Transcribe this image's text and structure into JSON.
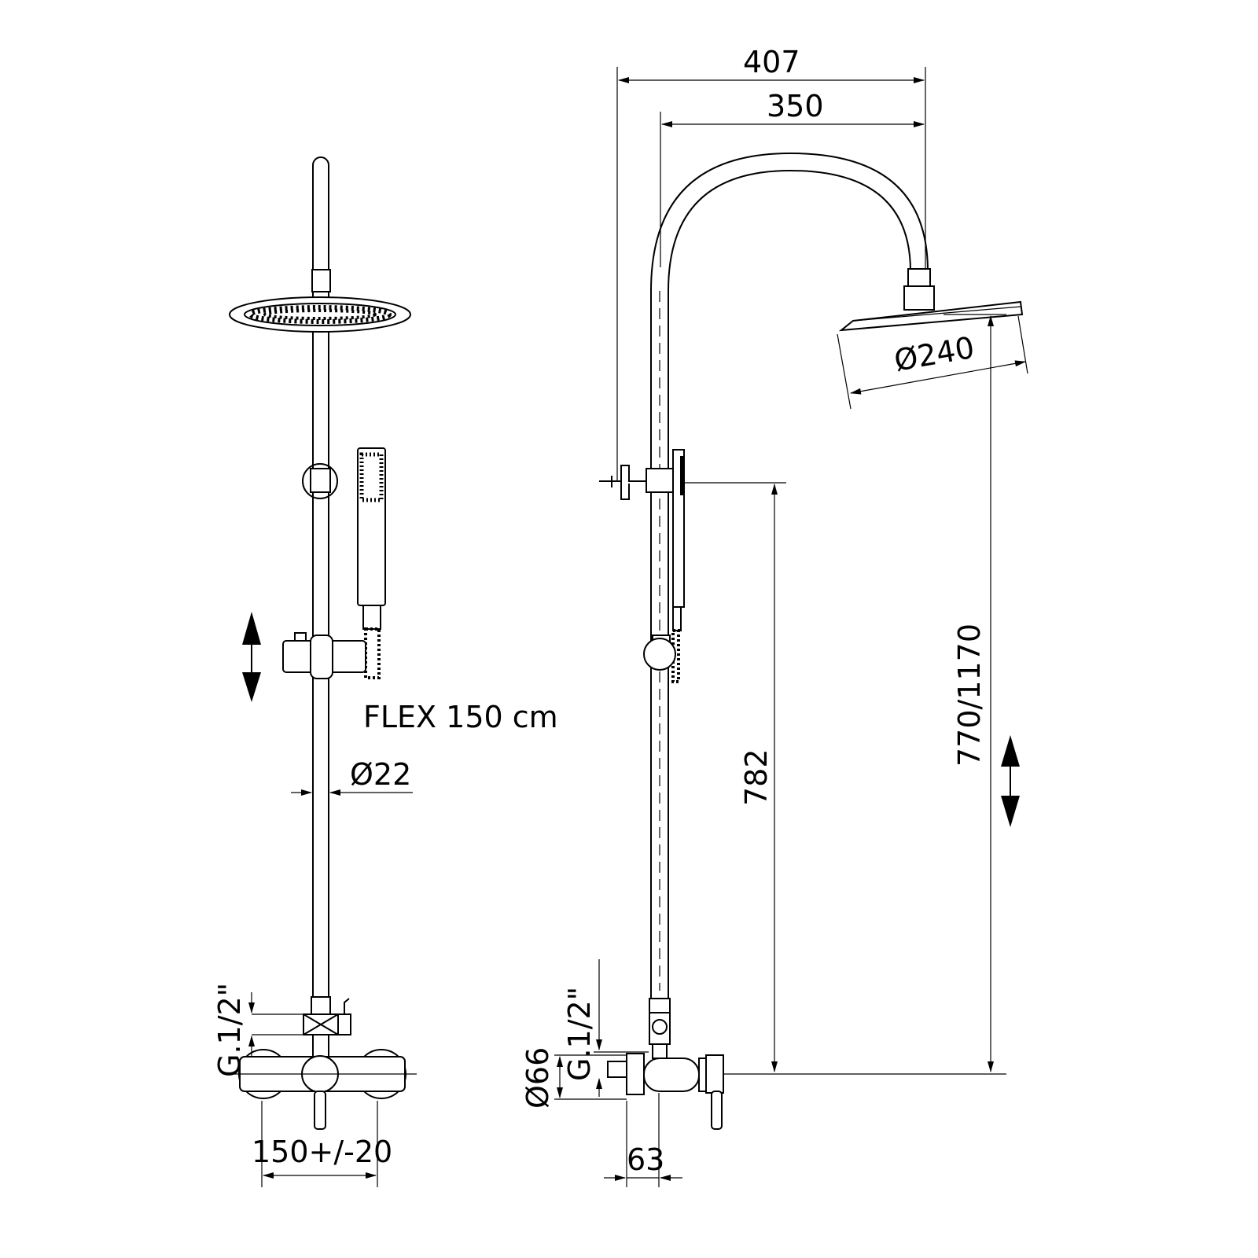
{
  "front_view": {
    "hose_label": "FLEX 150 cm",
    "pipe_diameter": "Ø22",
    "inlet_thread": "G.1/2\"",
    "inlet_spacing": "150+/-20"
  },
  "side_view": {
    "total_reach": "407",
    "arm_reach": "350",
    "head_diameter": "Ø240",
    "bracket_height": "782",
    "head_height": "770/1170",
    "inlet_thread": "G.1/2\"",
    "escutcheon_diameter": "Ø66",
    "wall_offset": "63"
  }
}
